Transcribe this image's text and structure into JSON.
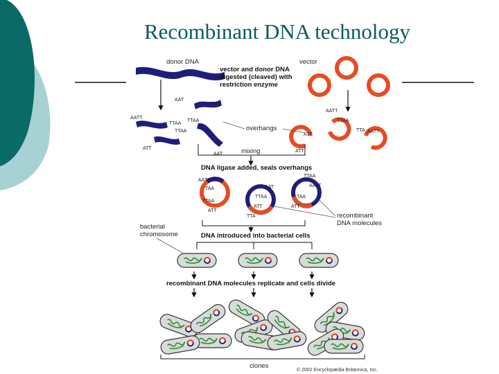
{
  "slide": {
    "title": "Recombinant DNA technology",
    "colors": {
      "teal_dark": "#0a6b66",
      "teal_light": "#a7d2d3",
      "title": "#0a5b5b"
    }
  },
  "diagram": {
    "colors": {
      "donor_dna": "#1e1e7a",
      "vector": "#e84b22",
      "cell_fill": "#d8dcd8",
      "chromosome": "#2f8a3c"
    },
    "labels": {
      "donor_dna": "donor DNA",
      "vector": "vector",
      "digested": "vector and donor DNA digested (cleaved) with restriction enzyme",
      "overhangs": "overhangs",
      "mixing": "mixing",
      "ligase": "DNA ligase added, seals overhangs",
      "recombinant_molecules": "recombinant DNA molecules",
      "bacterial_chromosome": "bacterial chromosome",
      "introduced": "DNA introduced into bacterial cells",
      "replicate": "recombinant DNA molecules replicate and cells divide",
      "clones": "clones",
      "credit": "© 2002 Encyclopædia Britannica, Inc."
    },
    "sequences": [
      "AATT",
      "TTAA",
      "AAT",
      "TTA",
      "ATT",
      "TAA"
    ]
  }
}
